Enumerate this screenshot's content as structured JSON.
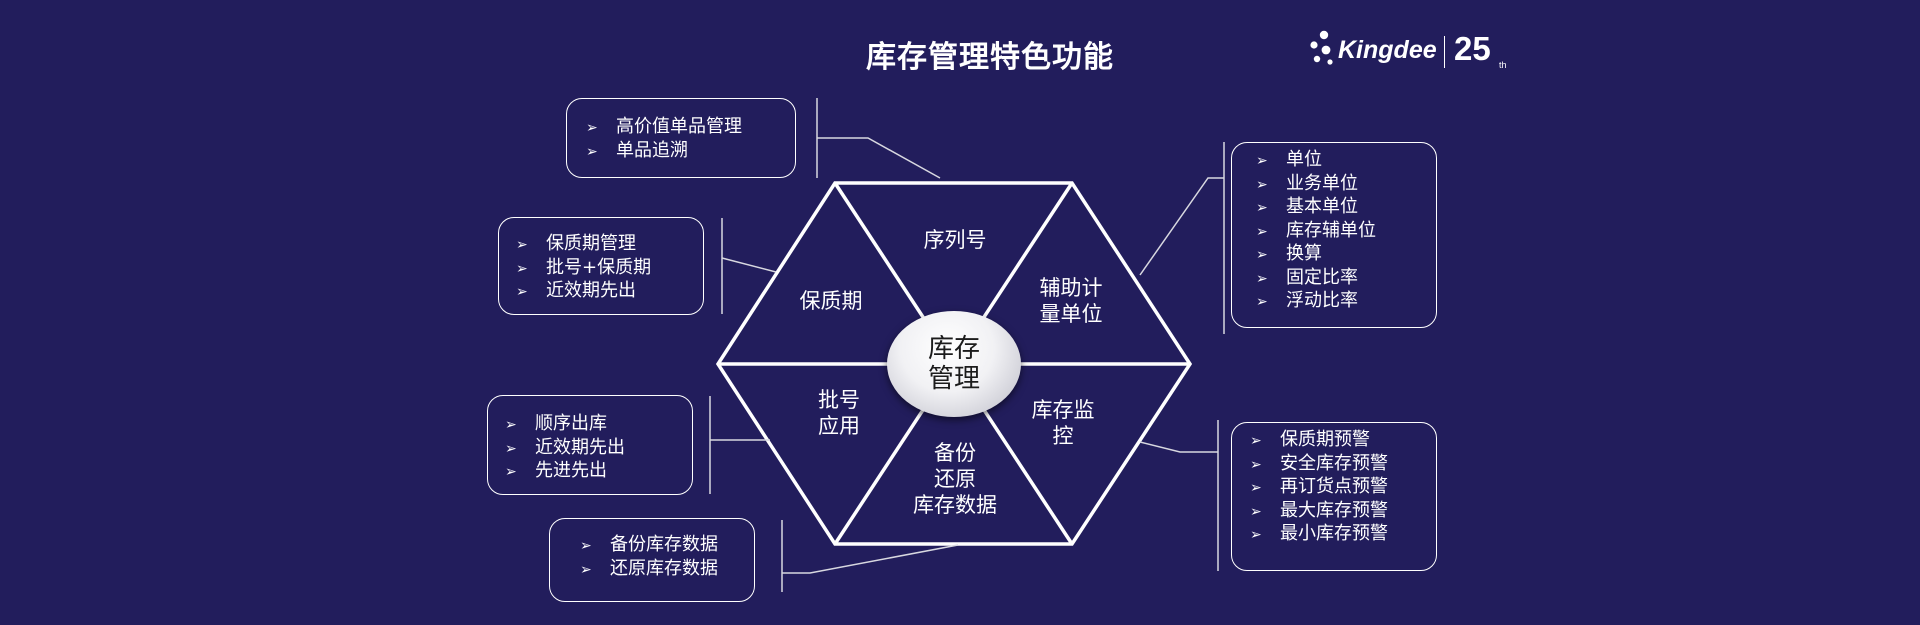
{
  "title": "库存管理特色功能",
  "logo": {
    "brand": "Kingdee",
    "anniversary": "25",
    "suffix": "th"
  },
  "hub": {
    "line1": "库存",
    "line2": "管理"
  },
  "segments": {
    "serial": [
      "序列号"
    ],
    "aux_unit": [
      "辅助计",
      "量单位"
    ],
    "monitor": [
      "库存监",
      "控"
    ],
    "backup": [
      "备份",
      "还原",
      "库存数据"
    ],
    "batch": [
      "批号",
      "应用"
    ],
    "shelf_life": [
      "保质期"
    ]
  },
  "boxes": {
    "serial": [
      "高价值单品管理",
      "单品追溯"
    ],
    "shelf_life": [
      "保质期管理",
      "批号+保质期",
      "近效期先出"
    ],
    "batch": [
      "顺序出库",
      "近效期先出",
      "先进先出"
    ],
    "backup": [
      "备份库存数据",
      "还原库存数据"
    ],
    "aux_unit": [
      "单位",
      "业务单位",
      "基本单位",
      "库存辅单位",
      "换算",
      "固定比率",
      "浮动比率"
    ],
    "monitor": [
      "保质期预警",
      "安全库存预警",
      "再订货点预警",
      "最大库存预警",
      "最小库存预警"
    ]
  },
  "bullet_glyph": "➢",
  "colors": {
    "background": "#221d5c",
    "foreground": "#ffffff"
  }
}
